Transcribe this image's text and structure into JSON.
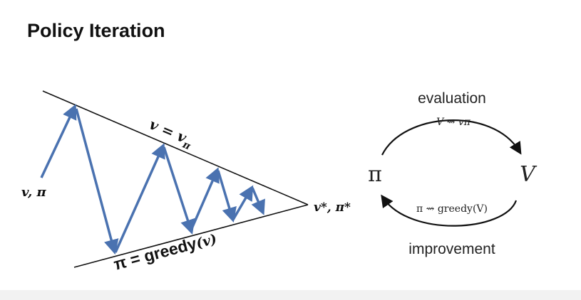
{
  "slide": {
    "title": "Policy Iteration"
  },
  "left_diagram": {
    "start_label": "v, π",
    "top_line_label_base": "v = v",
    "top_line_label_sub": "π",
    "bottom_line_label_main": "π = greedy",
    "bottom_line_label_paren": "(v)",
    "convergence_label": "v*, π*",
    "arrow_color": "#4a72b0"
  },
  "right_diagram": {
    "top_label": "evaluation",
    "top_formula": "V ⇝ vπ",
    "left_symbol": "π",
    "right_symbol": "V",
    "bottom_formula": "π ⇝ greedy(V)",
    "bottom_label": "improvement"
  }
}
